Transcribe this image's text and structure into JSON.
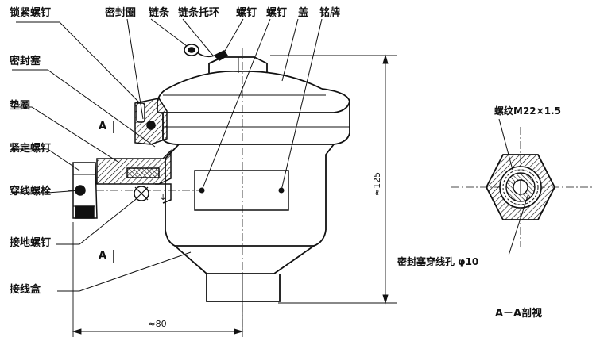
{
  "labels": {
    "lock_screw": "锁紧螺钉",
    "seal_ring": "密封圈",
    "chain": "链条",
    "chain_ring": "链条托环",
    "screw_1": "螺钉",
    "screw_2": "螺钉",
    "cover": "盖",
    "nameplate": "铭牌",
    "seal_plug": "密封塞",
    "gasket": "垫圈",
    "set_screw": "紧定螺钉",
    "thread_bolt": "穿线螺栓",
    "ground_screw": "接地螺钉",
    "junction_box": "接线盒"
  },
  "section": {
    "marker_top": "A",
    "marker_bottom": "A",
    "thread_label": "螺纹M22×1.5",
    "hole_label": "密封塞穿线孔 φ10",
    "title": "A－A剖视"
  },
  "dimensions": {
    "height": "≈125",
    "width": "≈80"
  }
}
